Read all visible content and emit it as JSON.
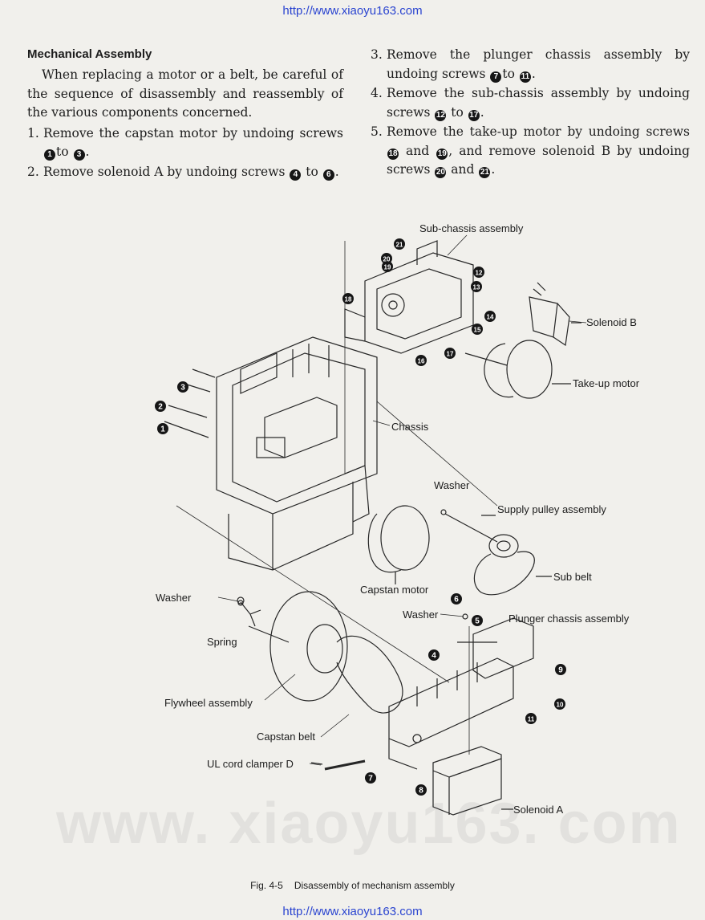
{
  "urls": {
    "top": "http://www.xiaoyu163.com",
    "bottom": "http://www.xiaoyu163.com"
  },
  "watermark": "www. xiaoyu163. com",
  "text": {
    "heading": "Mechanical Assembly",
    "intro": "When replacing a motor or a belt, be careful of the sequence of disassembly and reassembly of the various components concerned.",
    "steps": [
      {
        "num": "1.",
        "parts": [
          {
            "t": "Remove the capstan motor by undoing screws "
          },
          {
            "c": "1"
          },
          {
            "t": "to "
          },
          {
            "c": "3"
          },
          {
            "t": "."
          }
        ]
      },
      {
        "num": "2.",
        "parts": [
          {
            "t": "Remove solenoid A by undoing screws "
          },
          {
            "c": "4"
          },
          {
            "t": " to "
          },
          {
            "c": "6"
          },
          {
            "t": "."
          }
        ]
      },
      {
        "num": "3.",
        "parts": [
          {
            "t": "Remove the plunger chassis assembly by undoing screws "
          },
          {
            "c": "7"
          },
          {
            "t": "to "
          },
          {
            "c": "11"
          },
          {
            "t": "."
          }
        ]
      },
      {
        "num": "4.",
        "parts": [
          {
            "t": "Remove the sub-chassis assembly by undoing screws "
          },
          {
            "c": "12"
          },
          {
            "t": " to "
          },
          {
            "c": "17"
          },
          {
            "t": "."
          }
        ]
      },
      {
        "num": "5.",
        "parts": [
          {
            "t": "Remove the take-up motor by undoing screws "
          },
          {
            "c": "18"
          },
          {
            "t": " and "
          },
          {
            "c": "19"
          },
          {
            "t": ", and remove solenoid B by undoing screws "
          },
          {
            "c": "20"
          },
          {
            "t": " and "
          },
          {
            "c": "21"
          },
          {
            "t": "."
          }
        ]
      }
    ]
  },
  "diagram": {
    "labels": {
      "sub_chassis": "Sub-chassis assembly",
      "solenoid_b": "Solenoid B",
      "takeup_motor": "Take-up motor",
      "chassis": "Chassis",
      "washer_top": "Washer",
      "supply_pulley": "Supply pulley assembly",
      "sub_belt": "Sub belt",
      "capstan_motor": "Capstan motor",
      "washer_left": "Washer",
      "washer_mid": "Washer",
      "plunger_chassis": "Plunger chassis assembly",
      "spring": "Spring",
      "flywheel": "Flywheel assembly",
      "capstan_belt": "Capstan belt",
      "ul_cord": "UL cord clamper D",
      "solenoid_a": "Solenoid A"
    },
    "callouts": [
      "1",
      "2",
      "3",
      "4",
      "5",
      "6",
      "7",
      "8",
      "9",
      "10",
      "11",
      "12",
      "13",
      "14",
      "15",
      "16",
      "17",
      "18",
      "19",
      "20",
      "21"
    ]
  },
  "caption": {
    "fig": "Fig. 4-5",
    "title": "Disassembly of mechanism assembly"
  }
}
